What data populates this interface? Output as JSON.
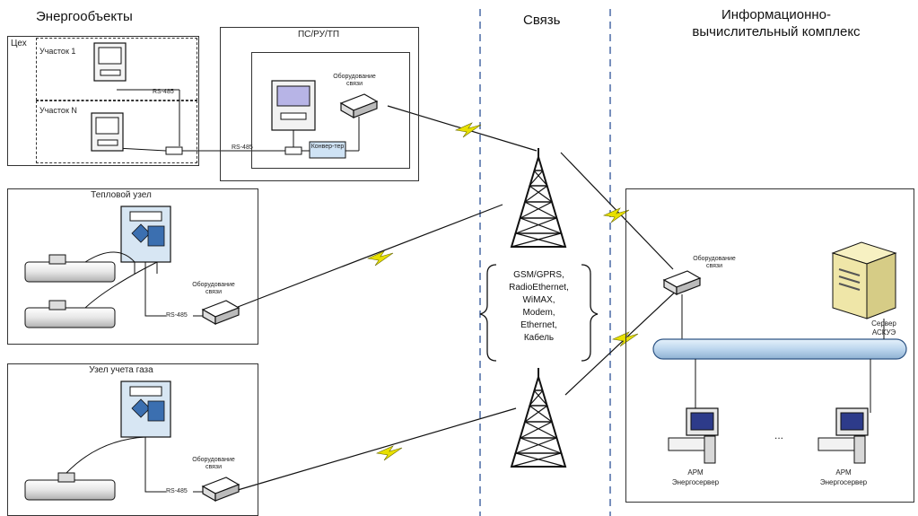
{
  "headers": {
    "energy_objects": "Энергообъекты",
    "communication": "Связь",
    "info_complex_line1": "Информационно-",
    "info_complex_line2": "вычислительный комплекс"
  },
  "workshop": {
    "label": "Цех",
    "section1": "Участок 1",
    "sectionN": "Участок N",
    "rs485_a": "RS-485",
    "rs485_b": "RS-485"
  },
  "substation": {
    "title": "ПС/РУ/ТП",
    "comm_equipment": "Оборудование связи",
    "converter": "Конвер-тер"
  },
  "heat_node": {
    "title": "Тепловой узел",
    "comm_equipment": "Оборудование связи",
    "rs485": "RS-485"
  },
  "gas_node": {
    "title": "Узел учета газа",
    "comm_equipment": "Оборудование связи",
    "rs485": "RS-485"
  },
  "channels": {
    "lines": [
      "GSM/GPRS,",
      "RadioEthernet,",
      "WiMAX,",
      "Modem,",
      "Ethernet,",
      "Кабель"
    ]
  },
  "complex": {
    "comm_equipment": "Оборудование связи",
    "server_line1": "Сервер",
    "server_line2": "АСКУЭ",
    "ellipsis": "...",
    "arm1_line1": "АРМ",
    "arm1_line2": "Энергосервер",
    "arm2_line1": "АРМ",
    "arm2_line2": "Энергосервер"
  },
  "colors": {
    "lightning": "#e8e000",
    "bus": "#cfe3f5",
    "screen": "#b7b4e6"
  }
}
